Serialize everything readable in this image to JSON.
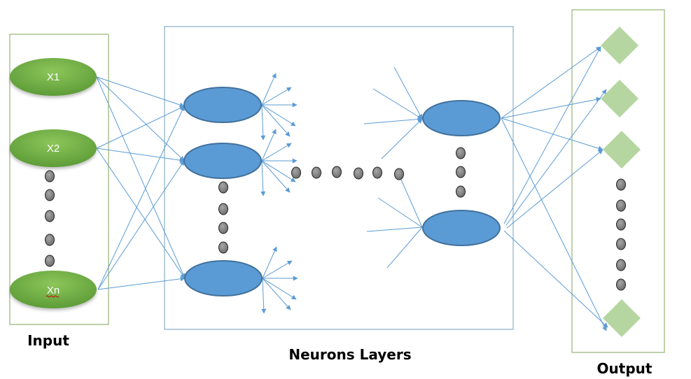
{
  "title": "Neural network architecture diagram",
  "colors": {
    "input_fill": "#70ad47",
    "input_fill_light": "#8cc65a",
    "input_box_stroke": "#7fa65a",
    "neuron_fill": "#5b9bd5",
    "neuron_stroke": "#41719c",
    "hidden_box_stroke": "#6f9fb8",
    "edge": "#5b9bd5",
    "output_fill": "#b5d6a0",
    "output_box_stroke": "#7fa65a",
    "ellipsis_dot_fill": "#808080",
    "ellipsis_dot_stroke": "#222222"
  },
  "sections": {
    "input": {
      "label": "Input"
    },
    "hidden": {
      "label": "Neurons Layers"
    },
    "output": {
      "label": "Output"
    }
  },
  "input_nodes": [
    {
      "id": "x1",
      "label": "X1"
    },
    {
      "id": "x2",
      "label": "X2"
    },
    {
      "id": "xn",
      "label": "Xn"
    }
  ],
  "first_layer_neurons": [
    {
      "id": "h1a"
    },
    {
      "id": "h1b"
    },
    {
      "id": "h1n"
    }
  ],
  "last_layer_neurons": [
    {
      "id": "hLa"
    },
    {
      "id": "hLn"
    }
  ],
  "output_nodes": [
    {
      "id": "y1"
    },
    {
      "id": "y2"
    },
    {
      "id": "y3"
    },
    {
      "id": "yn"
    }
  ],
  "connections": {
    "input_to_first_layer": "all-to-all",
    "last_layer_to_output": "all-to-all"
  }
}
